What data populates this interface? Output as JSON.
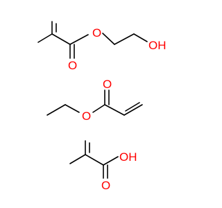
{
  "diagram": {
    "type": "chemical-structure-mixture",
    "colors": {
      "bond": "#000000",
      "oxygen": "#ff0000",
      "background": "#ffffff"
    },
    "molecules": [
      {
        "id": "hydroxyethyl-methacrylate",
        "atom_labels": {
          "ester_o": "O",
          "carbonyl_o": "O",
          "hydroxyl": "OH"
        }
      },
      {
        "id": "ethyl-acrylate",
        "atom_labels": {
          "carbonyl_o": "O",
          "ester_o": "O"
        }
      },
      {
        "id": "methacrylic-acid",
        "atom_labels": {
          "hydroxyl": "OH",
          "carbonyl_o": "O"
        }
      }
    ]
  }
}
